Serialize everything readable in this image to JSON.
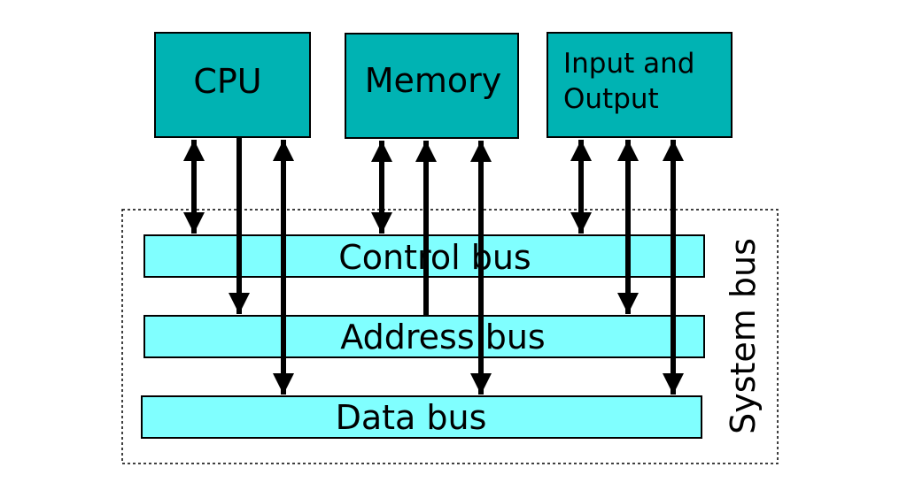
{
  "components": [
    {
      "id": "cpu",
      "lines": [
        "CPU"
      ]
    },
    {
      "id": "memory",
      "lines": [
        "Memory"
      ]
    },
    {
      "id": "io",
      "lines": [
        "Input and",
        "Output"
      ]
    }
  ],
  "buses": [
    {
      "id": "control",
      "label": "Control bus"
    },
    {
      "id": "address",
      "label": "Address bus"
    },
    {
      "id": "data",
      "label": "Data bus"
    }
  ],
  "system_bus_label": "System bus",
  "colors": {
    "component_fill": "#00b3b3",
    "bus_fill": "#80ffff",
    "stroke": "#000000",
    "background": "#ffffff"
  },
  "connections": [
    {
      "from": "cpu",
      "to": "control",
      "direction": "both"
    },
    {
      "from": "cpu",
      "to": "address",
      "direction": "to_bus"
    },
    {
      "from": "cpu",
      "to": "data",
      "direction": "both"
    },
    {
      "from": "memory",
      "to": "control",
      "direction": "both"
    },
    {
      "from": "memory",
      "to": "address",
      "direction": "from_bus"
    },
    {
      "from": "memory",
      "to": "data",
      "direction": "both"
    },
    {
      "from": "io",
      "to": "control",
      "direction": "both"
    },
    {
      "from": "io",
      "to": "address",
      "direction": "both"
    },
    {
      "from": "io",
      "to": "data",
      "direction": "both"
    }
  ]
}
